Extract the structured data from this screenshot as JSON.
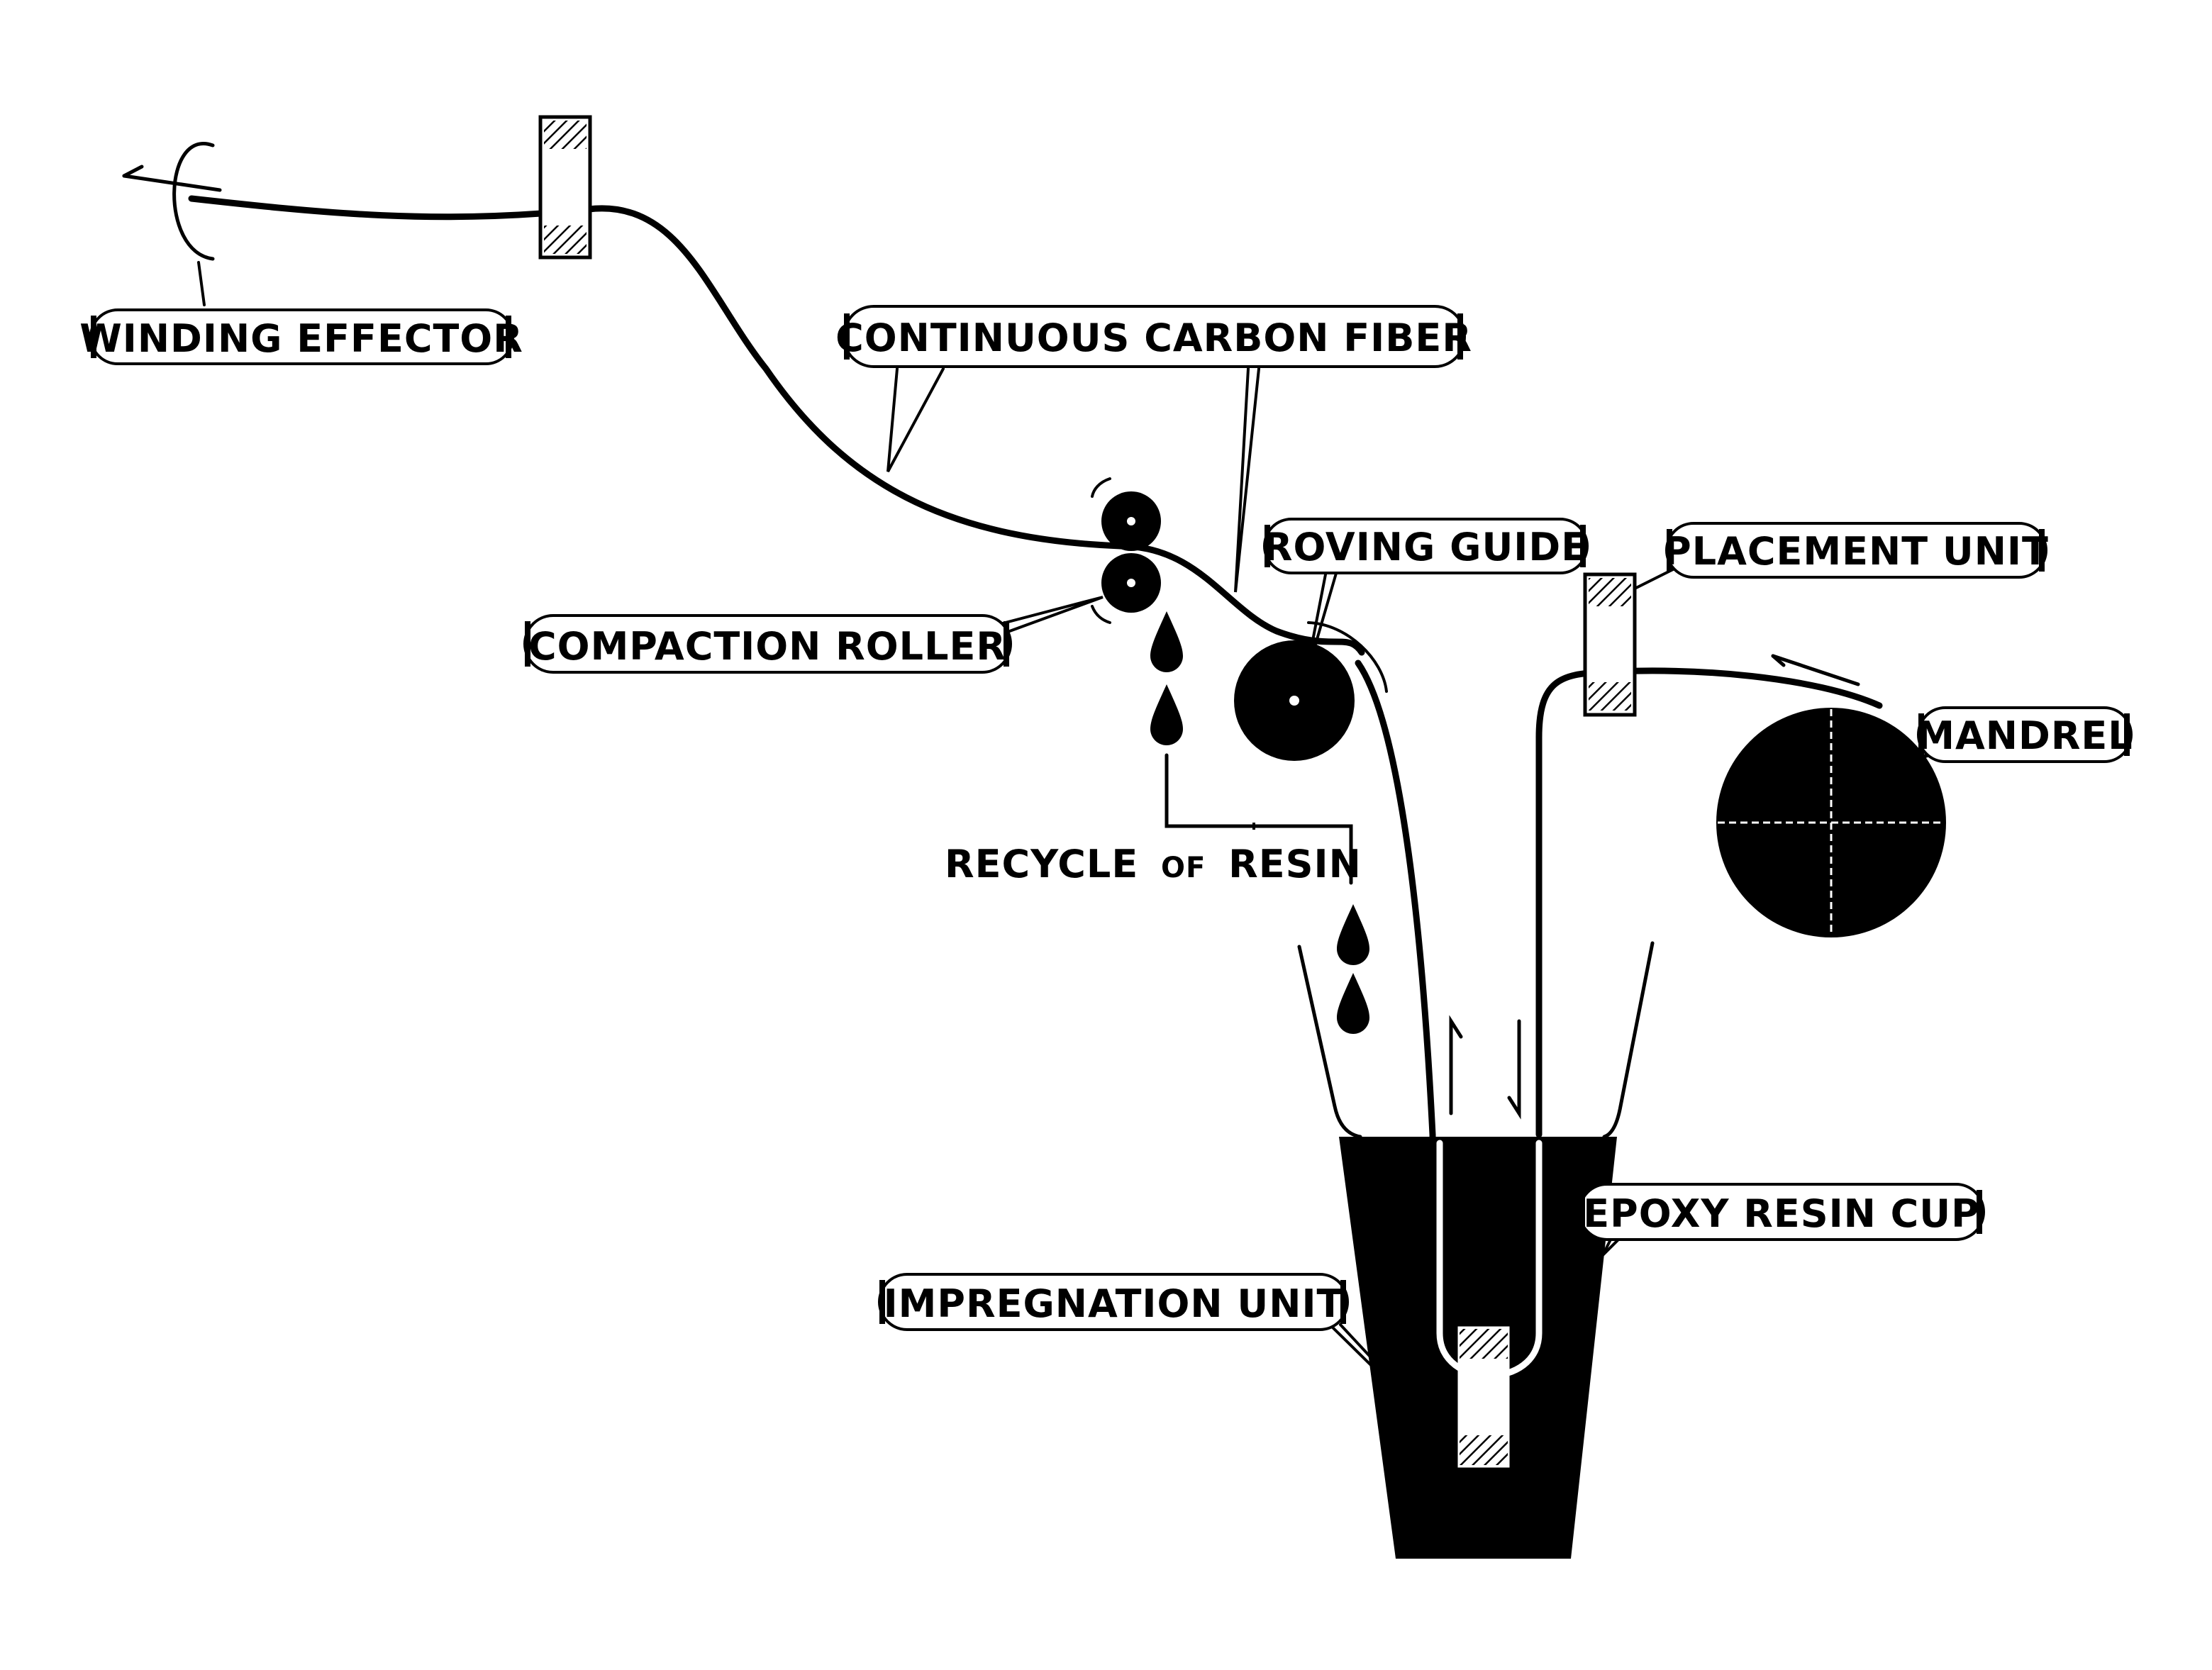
{
  "labels": {
    "winding_effector": "WINDING EFFECTOR",
    "continuous_carbon_fiber": "CONTINUOUS CARBON FIBER",
    "roving_guide": "ROVING GUIDE",
    "placement_unit": "PLACEMENT UNIT",
    "compaction_roller": "COMPACTION ROLLER",
    "mandrel": "MANDREL",
    "recycle_word": "RECYCLE",
    "recycle_of": "OF",
    "recycle_resin": "RESIN",
    "epoxy_resin_cup": "EPOXY RESIN CUP",
    "impregnation_unit": "IMPREGNATION UNIT"
  },
  "colors": {
    "ink": "#000000",
    "paper": "#ffffff"
  },
  "icons": {
    "rotation": "rotation-arrow-icon",
    "resin_drop": "resin-drop-icon",
    "direction": "direction-arrow-icon"
  }
}
